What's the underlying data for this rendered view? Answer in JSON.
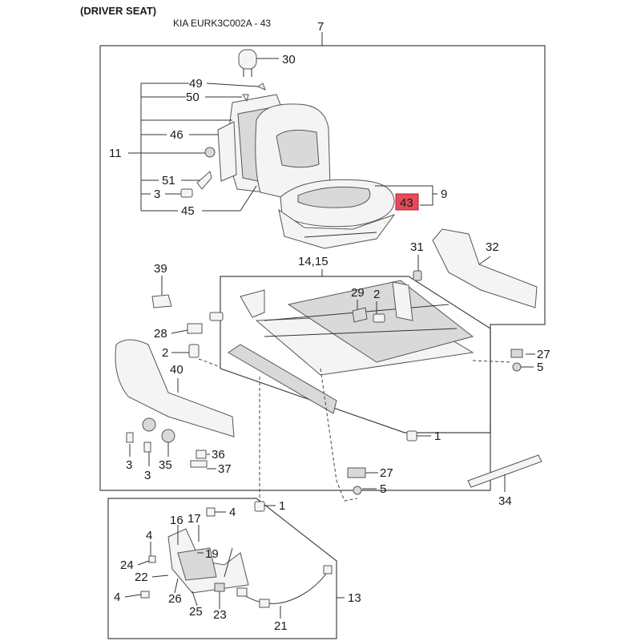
{
  "header": {
    "title": "(DRIVER SEAT)",
    "reference": "KIA EURK3C002A - 43"
  },
  "highlight": {
    "part": "43",
    "color": "#e84a5a"
  },
  "callouts": [
    "7",
    "30",
    "49",
    "50",
    "46",
    "11",
    "51",
    "3",
    "45",
    "9",
    "43",
    "14,15",
    "31",
    "32",
    "39",
    "29",
    "2",
    "28",
    "2",
    "40",
    "27",
    "5",
    "1",
    "3",
    "35",
    "3",
    "36",
    "37",
    "27",
    "5",
    "34",
    "1",
    "4",
    "16",
    "17",
    "4",
    "24",
    "19",
    "22",
    "26",
    "25",
    "23",
    "13",
    "21",
    "4"
  ]
}
